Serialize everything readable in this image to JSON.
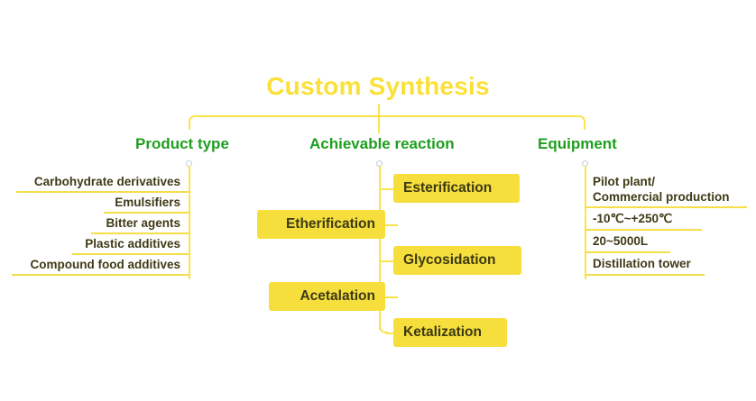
{
  "title": "Custom Synthesis",
  "colors": {
    "title_yellow": "#FBE038",
    "line_yellow": "#FBE34A",
    "chip_yellow": "#F6DE3C",
    "heading_green": "#1E9E1E",
    "text_dark": "#3E3A16"
  },
  "columns": {
    "product_type": {
      "heading": "Product type",
      "items": [
        {
          "label": "Carbohydrate derivatives"
        },
        {
          "label": "Emulsifiers"
        },
        {
          "label": "Bitter agents"
        },
        {
          "label": "Plastic additives"
        },
        {
          "label": "Compound food additives"
        }
      ]
    },
    "achievable_reaction": {
      "heading": "Achievable reaction",
      "items": [
        {
          "label": "Esterification",
          "side": "right"
        },
        {
          "label": "Etherification",
          "side": "left"
        },
        {
          "label": "Glycosidation",
          "side": "right"
        },
        {
          "label": "Acetalation",
          "side": "left"
        },
        {
          "label": "Ketalization",
          "side": "right"
        }
      ]
    },
    "equipment": {
      "heading": "Equipment",
      "items": [
        {
          "label": "Pilot plant/",
          "label2": "Commercial production"
        },
        {
          "label": "-10℃~+250℃"
        },
        {
          "label": "20~5000L"
        },
        {
          "label": "Distillation tower"
        }
      ]
    }
  }
}
